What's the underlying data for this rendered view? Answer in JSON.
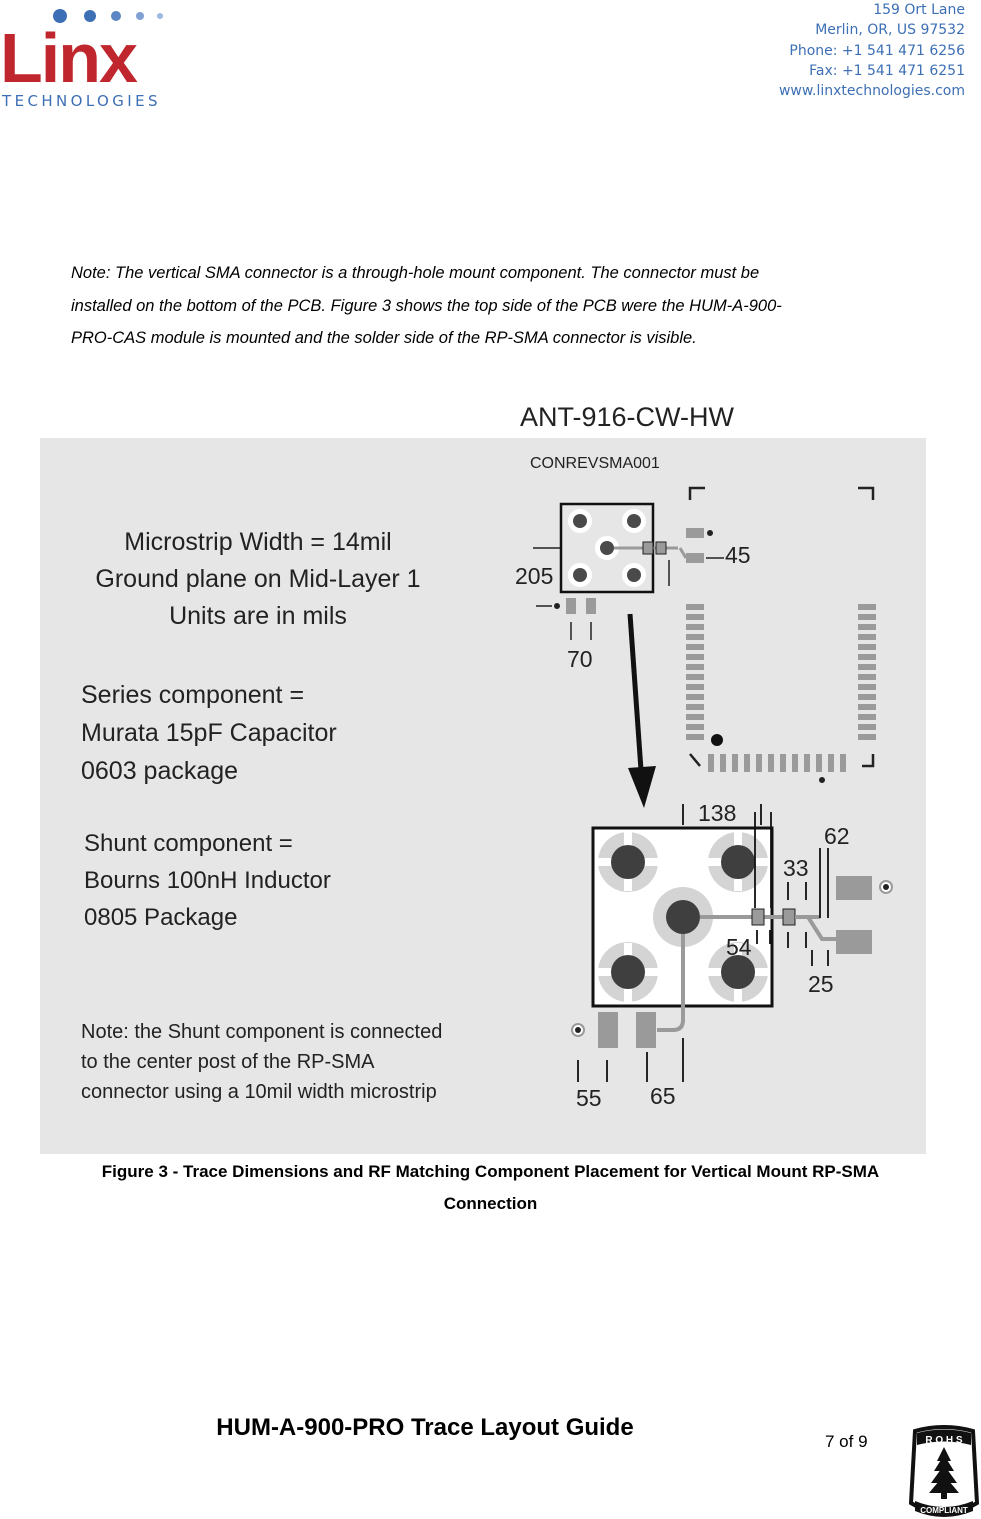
{
  "header": {
    "logo_text": "Linx",
    "logo_subtext": "TECHNOLOGIES",
    "address_lines": [
      "159 Ort Lane",
      "Merlin, OR, US 97532",
      "Phone: +1 541 471 6256",
      "Fax: +1 541 471 6251",
      "www.linxtechnologies.com"
    ]
  },
  "note": {
    "lines": [
      "Note: The vertical SMA connector is a through-hole mount component. The connector must be",
      "installed on the bottom of the PCB. Figure 3 shows the top side of the PCB were the HUM-A-900-",
      "PRO-CAS module is mounted and the solder side of the RP-SMA connector is visible."
    ]
  },
  "figure": {
    "antenna_label": "ANT-916-CW-HW",
    "connector_label": "CONREVSMA001",
    "left_text": {
      "microstrip": [
        "Microstrip Width = 14mil",
        "Ground plane on Mid-Layer 1",
        "Units are in mils"
      ],
      "series": [
        "Series component =",
        "Murata 15pF Capacitor",
        "0603 package"
      ],
      "shunt": [
        "Shunt component =",
        "Bourns 100nH Inductor",
        "0805 Package"
      ],
      "shunt_note": [
        "Note: the Shunt component is connected",
        "to the center post of the RP-SMA",
        "connector using a 10mil width microstrip"
      ]
    },
    "dimensions": {
      "d205": "205",
      "d45": "45",
      "d70": "70",
      "d138": "138",
      "d62": "62",
      "d33": "33",
      "d54": "54",
      "d25": "25",
      "d55": "55",
      "d65": "65"
    },
    "colors": {
      "background": "#e6e6e6",
      "pad": "#a8a8a8",
      "post": "#4a4a4a",
      "brand_red": "#c0262d",
      "brand_blue": "#3d6fb5"
    }
  },
  "caption": {
    "line1": "Figure 3 - Trace Dimensions and RF Matching Component Placement for Vertical Mount RP-SMA",
    "line2": "Connection"
  },
  "footer": {
    "title": "HUM-A-900-PRO Trace Layout Guide",
    "page": "7 of 9",
    "rohs_top": "R O H S",
    "rohs_bottom": "COMPLIANT"
  }
}
